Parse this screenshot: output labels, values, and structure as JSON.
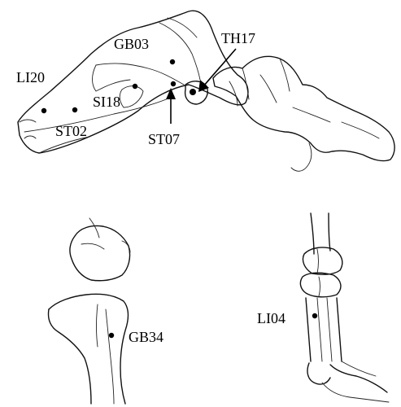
{
  "points": {
    "li20": "LI20",
    "gb03": "GB03",
    "th17": "TH17",
    "si18": "SI18",
    "st02": "ST02",
    "st07": "ST07",
    "gb34": "GB34",
    "li04": "LI04"
  },
  "colors": {
    "ink": "#000000",
    "background": "#ffffff"
  }
}
